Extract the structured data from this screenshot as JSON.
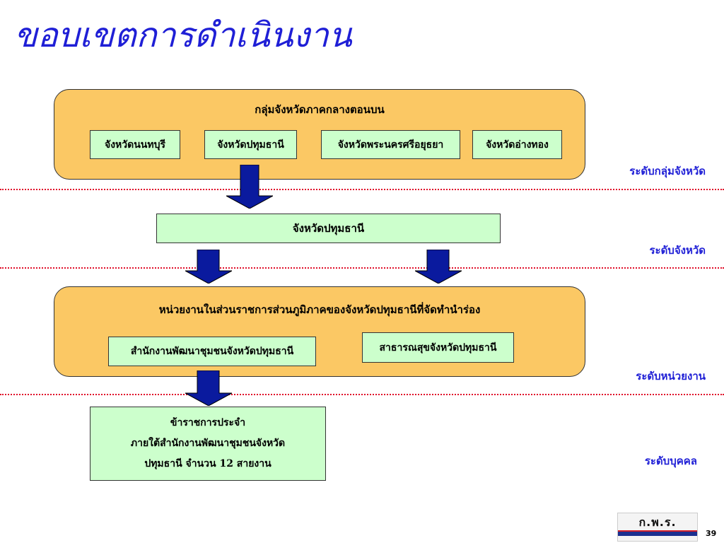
{
  "title": "ขอบเขตการดำเนินงาน",
  "groups": {
    "top": {
      "title": "กลุ่มจังหวัดภาคกลางตอนบน",
      "boxes": [
        "จังหวัดนนทบุรี",
        "จังหวัดปทุมธานี",
        "จังหวัดพระนครศรีอยุธยา",
        "จังหวัดอ่างทอง"
      ]
    },
    "province": {
      "label": "จังหวัดปทุมธานี"
    },
    "unit": {
      "title": "หน่วยงานในส่วนราชการส่วนภูมิภาคของจังหวัดปทุมธานีที่จัดทำนำร่อง",
      "boxes": [
        "สำนักงานพัฒนาชุมชนจังหวัดปทุมธานี",
        "สาธารณสุขจังหวัดปทุมธานี"
      ]
    },
    "individual": {
      "lines": [
        "ข้าราชการประจำ",
        "ภายใต้สำนักงานพัฒนาชุมชนจังหวัด",
        "ปทุมธานี จำนวน 12 สายงาน"
      ]
    }
  },
  "levels": [
    "ระดับกลุ่มจังหวัด",
    "ระดับจังหวัด",
    "ระดับหน่วยงาน",
    "ระดับบุคคล"
  ],
  "logo": {
    "text": "ก.พ.ร."
  },
  "page_number": "39",
  "colors": {
    "title": "#1f1fd6",
    "group_fill": "#fbc864",
    "box_fill": "#ccffcc",
    "arrow": "#0a1a9e",
    "divider": "#e0102a",
    "level_text": "#1f1fd6"
  }
}
